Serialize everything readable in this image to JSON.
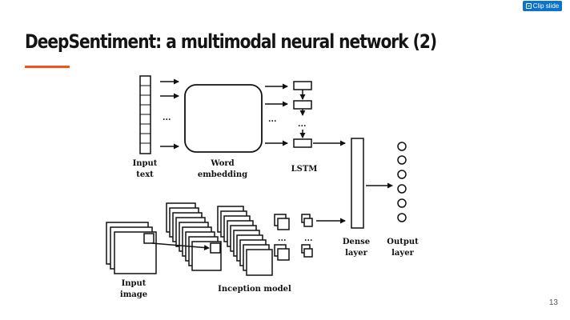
{
  "toolbar": {
    "clip_label": "Clip slide",
    "clip_icon": "clipboard-icon"
  },
  "slide": {
    "title": "DeepSentiment: a multimodal neural network (2)",
    "accent_color": "#f2541f",
    "page_number": "13"
  },
  "diagram": {
    "ellipsis": "...",
    "labels": {
      "input_text_1": "Input",
      "input_text_2": "text",
      "word_embedding_1": "Word",
      "word_embedding_2": "embedding",
      "lstm": "LSTM",
      "dense_1": "Dense",
      "dense_2": "layer",
      "output_1": "Output",
      "output_2": "layer",
      "input_image_1": "Input",
      "input_image_2": "image",
      "inception": "Inception model"
    }
  }
}
